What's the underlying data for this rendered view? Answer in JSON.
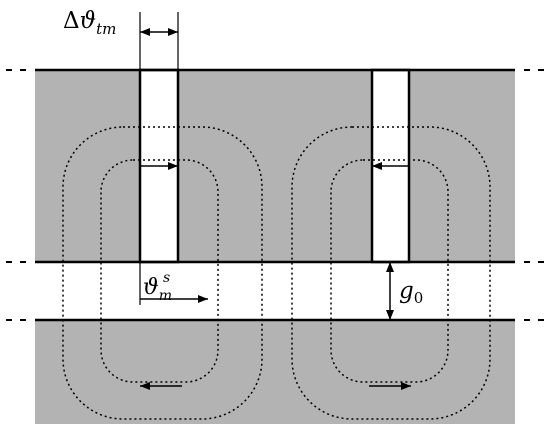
{
  "labels": {
    "delta_prefix": "Δ",
    "theta": "ϑ",
    "tm_sub": "tm",
    "m_sub": "m",
    "s_sup": "s",
    "g": "g",
    "zero_sub": "0"
  },
  "colors": {
    "iron": "#b3b3b3",
    "line": "#000000",
    "background": "#ffffff"
  }
}
